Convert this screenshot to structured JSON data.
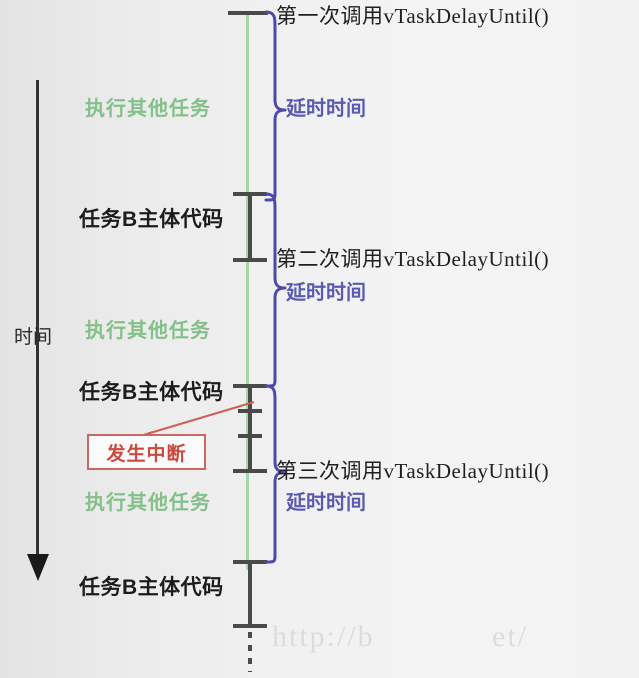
{
  "diagram": {
    "title_text": "vTaskDelayUntil timing diagram",
    "colors": {
      "background": "#f2f2f2",
      "timeline_green": "#a8d5a8",
      "timeline_black": "#4a4a4a",
      "brace_blue": "#4a4aa8",
      "delay_text": "#5a5ab0",
      "other_task_text": "#84c08a",
      "body_text": "#1c1c1c",
      "interrupt_red": "#cc4a3d",
      "interrupt_border": "#c86a62"
    },
    "time_axis": {
      "label": "时间"
    },
    "calls": [
      {
        "label": "第一次调用vTaskDelayUntil()"
      },
      {
        "label": "第二次调用vTaskDelayUntil()"
      },
      {
        "label": "第三次调用vTaskDelayUntil()"
      }
    ],
    "delays": [
      {
        "label": "延时时间"
      },
      {
        "label": "延时时间"
      },
      {
        "label": "延时时间"
      }
    ],
    "other_tasks": [
      {
        "label": "执行其他任务"
      },
      {
        "label": "执行其他任务"
      },
      {
        "label": "执行其他任务"
      }
    ],
    "task_bodies": [
      {
        "label": "任务B主体代码"
      },
      {
        "label": "任务B主体代码"
      },
      {
        "label": "任务B主体代码"
      }
    ],
    "interrupt": {
      "label": "发生中断"
    },
    "watermark": {
      "left_text": "http://b",
      "right_text": "et/"
    }
  }
}
